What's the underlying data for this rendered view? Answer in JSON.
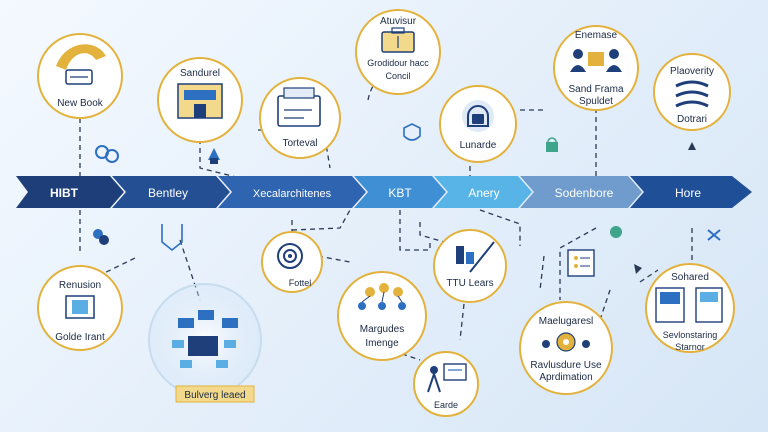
{
  "palette": {
    "navy": "#1f3f7a",
    "blue": "#2d6fc0",
    "light_blue": "#5aaee4",
    "gold": "#e3b23c",
    "circle_fill": "#ffffff",
    "line": "#2a3a55",
    "background": "#e6f0fa"
  },
  "timeline": {
    "segments": [
      {
        "label": "HIBT",
        "color": "#1d3e78"
      },
      {
        "label": "Bentley",
        "color": "#244f93"
      },
      {
        "label": "Xecalarchitenes",
        "color": "#2f64b0"
      },
      {
        "label": "KBT",
        "color": "#3f8fd4"
      },
      {
        "label": "Anery",
        "color": "#58b4e6"
      },
      {
        "label": "Sodenbore",
        "color": "#6f9ccd"
      },
      {
        "label": "Hore",
        "color": "#1f4f96"
      }
    ]
  },
  "nodes": [
    {
      "id": "new-book",
      "label": "New Book",
      "icon": "pen-book-icon"
    },
    {
      "id": "sandurel",
      "label": "Sandurel",
      "icon": "building-icon"
    },
    {
      "id": "atuvisur",
      "label": "Atuvisur",
      "icon": "briefcase-icon"
    },
    {
      "id": "gridlour",
      "label": "Grodidour hacc",
      "icon": "chart-board-icon"
    },
    {
      "id": "concil",
      "label": "Concil",
      "icon": "group-icon"
    },
    {
      "id": "torteval",
      "label": "Torteval",
      "icon": "machine-icon"
    },
    {
      "id": "lunarde",
      "label": "Lunarde",
      "icon": "lock-icon"
    },
    {
      "id": "enemase",
      "label": "Enemase",
      "icon": "people-icon"
    },
    {
      "id": "sand-frama",
      "label": "Sand Frama",
      "icon": "network-icon"
    },
    {
      "id": "spuldet",
      "label": "Spuldet",
      "icon": "network-icon"
    },
    {
      "id": "plaoverity",
      "label": "Plaoverity",
      "icon": "layers-icon"
    },
    {
      "id": "dotrari",
      "label": "Dotrari",
      "icon": "layers-icon"
    },
    {
      "id": "renusion",
      "label": "Renusion",
      "icon": "cube-icon"
    },
    {
      "id": "golde-irant",
      "label": "Golde Irant",
      "icon": "cube-icon"
    },
    {
      "id": "bulverg",
      "label": "Bulverg leaed",
      "icon": "dashboard-icon"
    },
    {
      "id": "fottel",
      "label": "Fottel",
      "icon": "target-icon"
    },
    {
      "id": "margudes",
      "label": "Margudes",
      "icon": "org-chart-icon"
    },
    {
      "id": "imenge",
      "label": "Imenge",
      "icon": "org-chart-icon"
    },
    {
      "id": "ttu-lears",
      "label": "TTU Lears",
      "icon": "chart-ruler-icon"
    },
    {
      "id": "earde",
      "label": "Earde",
      "icon": "presenter-icon"
    },
    {
      "id": "maelugaresl",
      "label": "Maelugaresl",
      "icon": "gear-team-icon"
    },
    {
      "id": "ravlusdure",
      "label": "Ravlusdure Use",
      "icon": "gear-team-icon"
    },
    {
      "id": "aprdimation",
      "label": "Aprdimation",
      "icon": "gear-team-icon"
    },
    {
      "id": "sohared",
      "label": "Sohared",
      "icon": "document-icon"
    },
    {
      "id": "sevlon",
      "label": "Sevlonstaring",
      "icon": "document-icon"
    },
    {
      "id": "starnor",
      "label": "Starnor",
      "icon": "document-icon"
    }
  ]
}
